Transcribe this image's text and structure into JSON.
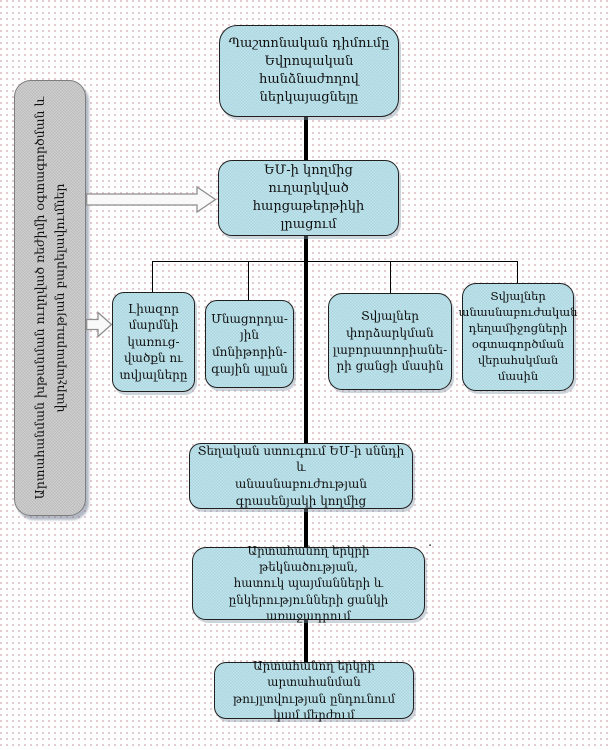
{
  "colors": {
    "node_fill": "#b5dde6",
    "node_border": "#1f1f1f",
    "panel_fill": "#c6c6c6",
    "connector": "#000000",
    "background_dots": "#e3c8ce"
  },
  "diagram": {
    "nodes": {
      "official_application": {
        "text": "Պաշտոնական դիմումը\nԵվրոպական\nհանձնաժողով\nներկայացնելը"
      },
      "questionnaire": {
        "text": "ԵՄ-ի կողմից\nուղարկված հարցաթերթիկի\nլրացում"
      },
      "authority_structure": {
        "text": "Լիազոր\nմարմնի\nկառուց-\nվածքն ու\nտվյալները"
      },
      "residue_monitoring_plan": {
        "text": "Մնացորդա-\nյին\nմոնիթորին-\nգային պլան"
      },
      "testing_labs_network": {
        "text": "Տվյալներ\nփորձարկման\nլաբորատորիանե-\nրի ցանցի մասին"
      },
      "veterinary_medicines_control": {
        "text": "Տվյալներ\nանասնաբուժական\nդեղամիջոցների\nօգտագործման\nվերահսկման մասին"
      },
      "onsite_inspection": {
        "text": "Տեղական ստուգում ԵՄ-ի սննդի և\nանասնաբուժության\nգրասենյակի կողմից"
      },
      "candidacy_nomination": {
        "text": "Արտահանող երկրի թեկնածության,\nհատուկ պայմանների և\nընկերությունների ցանկի առաջադրում"
      },
      "final_decision": {
        "text": "Արտահանող երկրի արտահանման\nթույլտվության ընդունում\nկամ մերժում"
      }
    },
    "sidebar": {
      "text": "Արտահանման խթանման ուղղված ռեժիմի օգտագործման և\nվարչարարության բարելավումներ"
    },
    "stray_mark": "."
  }
}
